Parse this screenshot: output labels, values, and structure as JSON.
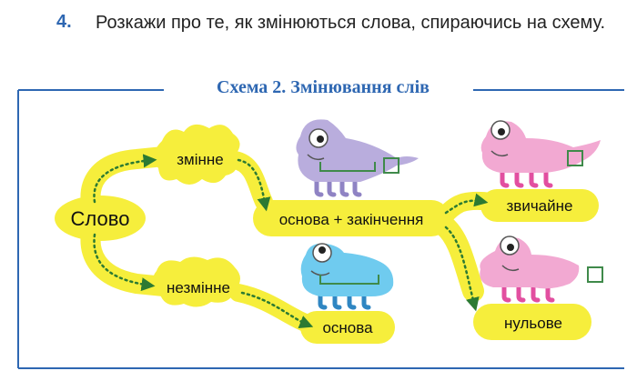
{
  "task": {
    "number": "4.",
    "text": "Розкажи про те, як змінюються слова, спираючись на схему."
  },
  "scheme": {
    "title": "Схема 2. Змінювання слів"
  },
  "nodes": {
    "word": "Слово",
    "changeable": "змінне",
    "unchangeable": "незмінне",
    "stem_ending": "основа + закінчення",
    "stem": "основа",
    "ordinary": "звичайне",
    "zero": "нульове"
  },
  "colors": {
    "accent": "#2e67b2",
    "highlight": "#f6ee3c",
    "lavender_creature": "#b9addd",
    "blue_creature": "#6fcbef",
    "pink_creature": "#f2a9d2",
    "arrow": "#2c7a32",
    "bracket": "#3f8a4a"
  }
}
